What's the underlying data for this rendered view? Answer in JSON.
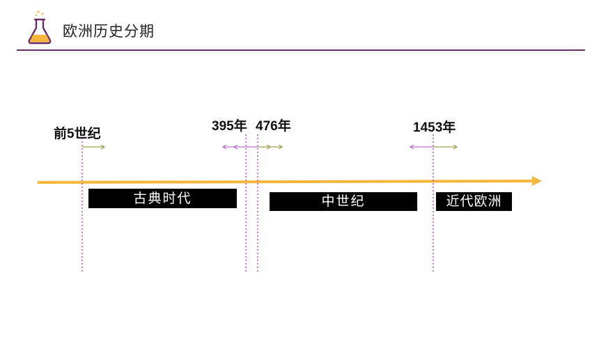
{
  "header": {
    "title": "欧洲历史分期",
    "icon": "flask-icon"
  },
  "colors": {
    "accent_purple": "#6b2c6b",
    "timeline_orange": "#f5b63a",
    "marker_magenta": "#c050c8",
    "arrow_olive": "#8a8a2a",
    "period_box": "#000000"
  },
  "timeline": {
    "markers": [
      {
        "label": "前5世纪"
      },
      {
        "label": "395年"
      },
      {
        "label": "476年"
      },
      {
        "label": "1453年"
      }
    ],
    "periods": [
      {
        "label": "古典时代"
      },
      {
        "label": "中世纪"
      },
      {
        "label": "近代欧洲"
      }
    ]
  }
}
